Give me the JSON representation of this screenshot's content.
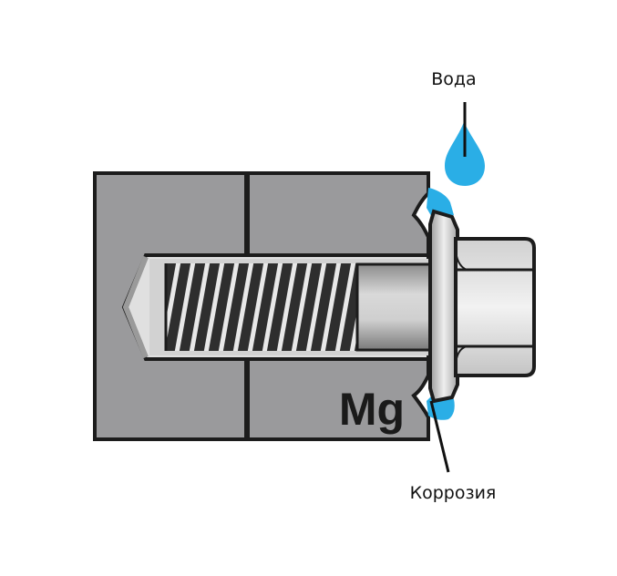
{
  "labels": {
    "water": "Вода",
    "corrosion": "Коррозия",
    "metal": "Mg"
  },
  "colors": {
    "block": "#9a9a9c",
    "outline": "#1c1c1c",
    "water": "#2aaee6",
    "bolt_light": "#e9e9e9",
    "bolt_mid": "#bdbdbd",
    "thread_dark": "#333333"
  }
}
